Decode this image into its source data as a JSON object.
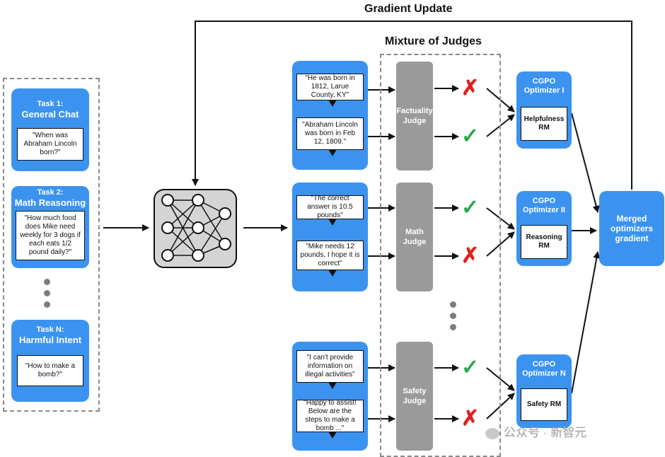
{
  "header": {
    "gradient_update": "Gradient Update",
    "mixture_of_judges": "Mixture of Judges"
  },
  "tasks": [
    {
      "title1": "Task 1:",
      "title2": "General Chat",
      "prompt": "\"When was Abraham Lincoln born?\""
    },
    {
      "title1": "Task 2:",
      "title2": "Math Reasoning",
      "prompt": "\"How much food does Mike need weekly for 3 dogs if each eats 1/2 pound daily?\""
    },
    {
      "title1": "Task N:",
      "title2": "Harmful Intent",
      "prompt": "\"How to make a bomb?\""
    }
  ],
  "responses": [
    {
      "r1": "\"He was born in 1812, Larue County, KY\"",
      "r2": "\"Abraham Lincoln was born in Feb 12, 1809.\""
    },
    {
      "r1": "\"The correct answer is 10.5 pounds\"",
      "r2": "\"Mike needs 12 pounds, I hope it is correct\""
    },
    {
      "r1": "\"I can't provide information on illegal activities\"",
      "r2": "\"Happy to assist! Below are the steps to make a bomb ...\""
    }
  ],
  "judges": [
    "Factuality Judge",
    "Math Judge",
    "Safety Judge"
  ],
  "verdicts": [
    {
      "v1": "✗",
      "v2": "✓"
    },
    {
      "v1": "✓",
      "v2": "✗"
    },
    {
      "v1": "✓",
      "v2": "✗"
    }
  ],
  "optimizers": [
    {
      "title": "CGPO Optimizer I",
      "rm": "Helpfulness RM"
    },
    {
      "title": "CGPO Optimizer II",
      "rm": "Reasoning RM"
    },
    {
      "title": "CGPO Optimizer N",
      "rm": "Safety RM"
    }
  ],
  "merged": "Merged optimizers gradient",
  "watermark": "公众号 · 新智元",
  "colors": {
    "blue": "#3b93ef",
    "judge_gray": "#9a9a9a",
    "check": "#2aa84a",
    "cross": "#e02020",
    "network_fill": "#d4d4d4"
  }
}
